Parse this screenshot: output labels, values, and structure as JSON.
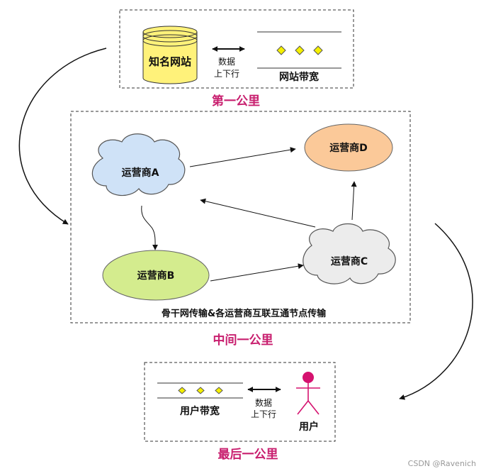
{
  "first_mile": {
    "site_label": "知名网站",
    "data_label_line1": "数据",
    "data_label_line2": "上下行",
    "bandwidth_label": "网站带宽",
    "title": "第一公里"
  },
  "middle_mile": {
    "carrier_a": "运营商A",
    "carrier_b": "运营商B",
    "carrier_c": "运营商C",
    "carrier_d": "运营商D",
    "caption": "骨干网传输&各运营商互联互通节点传输",
    "title": "中间一公里"
  },
  "last_mile": {
    "bandwidth_label": "用户带宽",
    "data_label_line1": "数据",
    "data_label_line2": "上下行",
    "user_label": "用户",
    "title": "最后一公里"
  },
  "watermark": "CSDN @Ravenich",
  "colors": {
    "title_accent": "#c81e6e",
    "site_cylinder": "#fff27a",
    "carrier_a": "#cfe2f7",
    "carrier_b": "#d4ec8e",
    "carrier_c": "#ececec",
    "carrier_d": "#fbc999",
    "diamond": "#f5f000",
    "user_icon": "#d5126f"
  }
}
